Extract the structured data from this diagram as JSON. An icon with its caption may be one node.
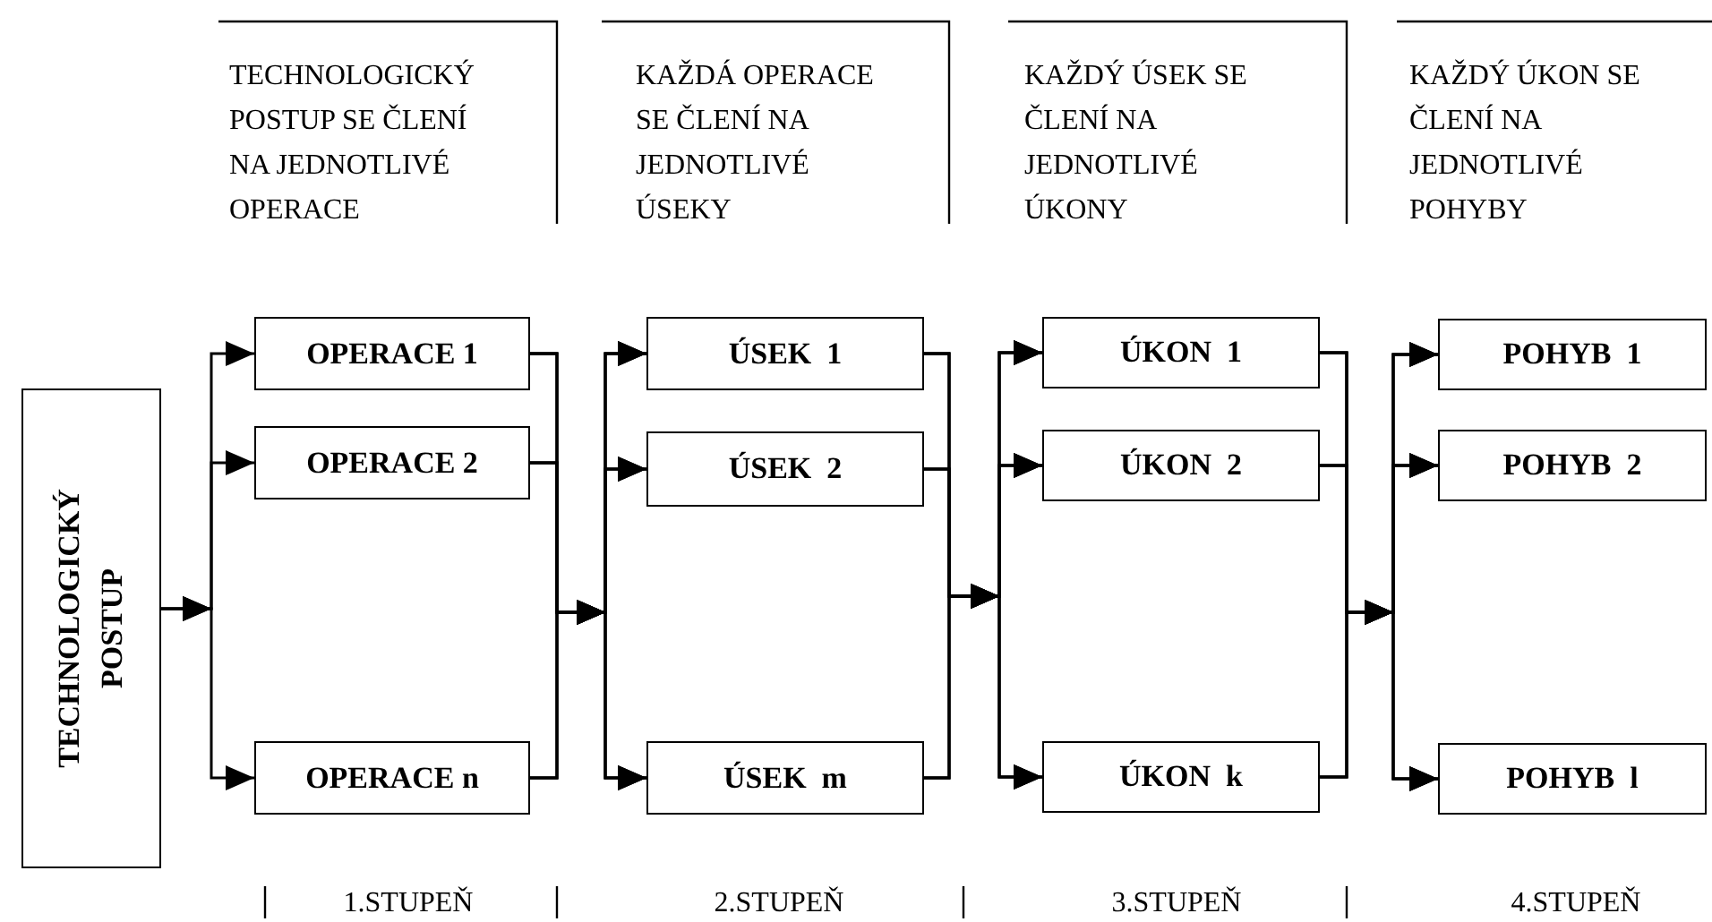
{
  "diagram": {
    "nodes": [
      {
        "text": [
          "TECHNOLOGICKÝ POSTUP"
        ]
      },
      {
        "text": [
          "OPERACE 1"
        ]
      },
      {
        "text": [
          "OPERACE 2"
        ]
      },
      {
        "text": [
          "OPERACE n"
        ]
      },
      {
        "text": [
          "ÚSEK  1"
        ]
      },
      {
        "text": [
          "ÚSEK  2"
        ]
      },
      {
        "text": [
          "ÚSEK  m"
        ]
      },
      {
        "text": [
          "ÚKON  1"
        ]
      },
      {
        "text": [
          "ÚKON  2"
        ]
      },
      {
        "text": [
          "ÚKON  k"
        ]
      },
      {
        "text": [
          "POHYB  1"
        ]
      },
      {
        "text": [
          "POHYB  2"
        ]
      },
      {
        "text": [
          "POHYB  l"
        ]
      }
    ],
    "edges": [
      {
        "from": 0,
        "to": 1,
        "arrow": "to"
      },
      {
        "from": 0,
        "to": 2,
        "arrow": "to"
      },
      {
        "from": 0,
        "to": 3,
        "arrow": "to"
      },
      {
        "from": 1,
        "to": 4,
        "arrow": "to"
      },
      {
        "from": 1,
        "to": 5,
        "arrow": "to"
      },
      {
        "from": 1,
        "to": 6,
        "arrow": "to"
      },
      {
        "from": 2,
        "to": 4,
        "arrow": "to"
      },
      {
        "from": 2,
        "to": 5,
        "arrow": "to"
      },
      {
        "from": 2,
        "to": 6,
        "arrow": "to"
      },
      {
        "from": 3,
        "to": 4,
        "arrow": "to"
      },
      {
        "from": 3,
        "to": 5,
        "arrow": "to"
      },
      {
        "from": 3,
        "to": 6,
        "arrow": "to"
      },
      {
        "from": 4,
        "to": 7,
        "arrow": "to"
      },
      {
        "from": 4,
        "to": 8,
        "arrow": "to"
      },
      {
        "from": 4,
        "to": 9,
        "arrow": "to"
      },
      {
        "from": 5,
        "to": 7,
        "arrow": "to"
      },
      {
        "from": 5,
        "to": 8,
        "arrow": "to"
      },
      {
        "from": 5,
        "to": 9,
        "arrow": "to"
      },
      {
        "from": 6,
        "to": 7,
        "arrow": "to"
      },
      {
        "from": 6,
        "to": 8,
        "arrow": "to"
      },
      {
        "from": 6,
        "to": 9,
        "arrow": "to"
      },
      {
        "from": 7,
        "to": 10,
        "arrow": "to"
      },
      {
        "from": 7,
        "to": 11,
        "arrow": "to"
      },
      {
        "from": 7,
        "to": 12,
        "arrow": "to"
      },
      {
        "from": 8,
        "to": 10,
        "arrow": "to"
      },
      {
        "from": 8,
        "to": 11,
        "arrow": "to"
      },
      {
        "from": 8,
        "to": 12,
        "arrow": "to"
      },
      {
        "from": 9,
        "to": 10,
        "arrow": "to"
      },
      {
        "from": 9,
        "to": 11,
        "arrow": "to"
      },
      {
        "from": 9,
        "to": 12,
        "arrow": "to"
      }
    ],
    "labels": [
      "TECHNOLOGICKÝ POSTUP SE ČLENÍ NA JEDNOTLIVÉ OPERACE",
      "KAŽDÁ OPERACE SE ČLENÍ NA JEDNOTLIVÉ ÚSEKY",
      "KAŽDÝ ÚSEK SE ČLENÍ NA JEDNOTLIVÉ ÚKONY",
      "KAŽDÝ ÚKON SE ČLENÍ NA JEDNOTLIVÉ POHYBY",
      "1.STUPEŇ",
      "2.STUPEŇ",
      "3.STUPEŇ",
      "4.STUPEŇ"
    ]
  }
}
